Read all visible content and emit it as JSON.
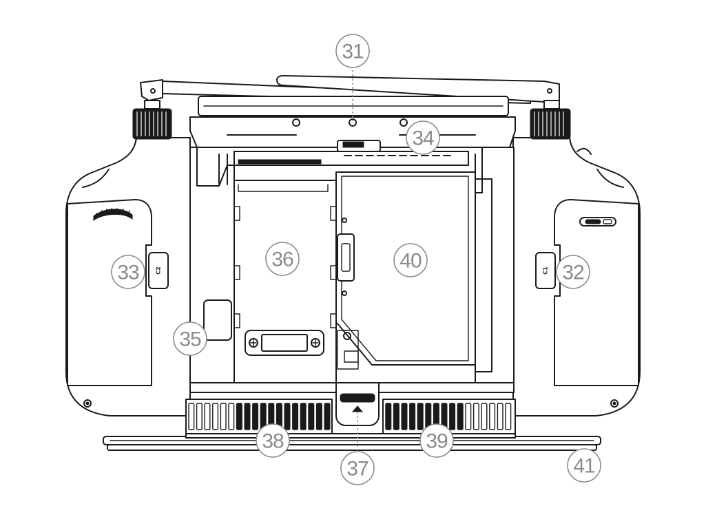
{
  "diagram": {
    "button_labels": {
      "left_button": "C2",
      "right_button": "C1"
    },
    "callouts": [
      {
        "id": "c31",
        "label": "31"
      },
      {
        "id": "c32",
        "label": "32"
      },
      {
        "id": "c33",
        "label": "33"
      },
      {
        "id": "c34",
        "label": "34"
      },
      {
        "id": "c35",
        "label": "35"
      },
      {
        "id": "c36",
        "label": "36"
      },
      {
        "id": "c37",
        "label": "37"
      },
      {
        "id": "c38",
        "label": "38"
      },
      {
        "id": "c39",
        "label": "39"
      },
      {
        "id": "c40",
        "label": "40"
      },
      {
        "id": "c41",
        "label": "41"
      }
    ]
  }
}
